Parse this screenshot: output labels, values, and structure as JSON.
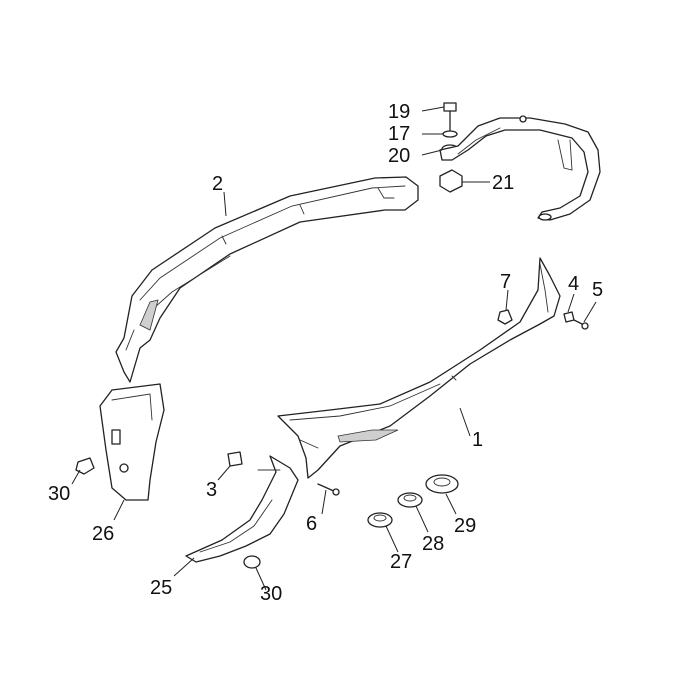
{
  "callouts": {
    "c1": "1",
    "c2": "2",
    "c3": "3",
    "c4": "4",
    "c5": "5",
    "c6": "6",
    "c7": "7",
    "c17": "17",
    "c19": "19",
    "c20": "20",
    "c21": "21",
    "c25": "25",
    "c26": "26",
    "c27": "27",
    "c28": "28",
    "c29": "29",
    "c30a": "30",
    "c30b": "30"
  },
  "colors": {
    "line": "#222222",
    "shade": "#cfcfcf",
    "background": "#ffffff"
  }
}
